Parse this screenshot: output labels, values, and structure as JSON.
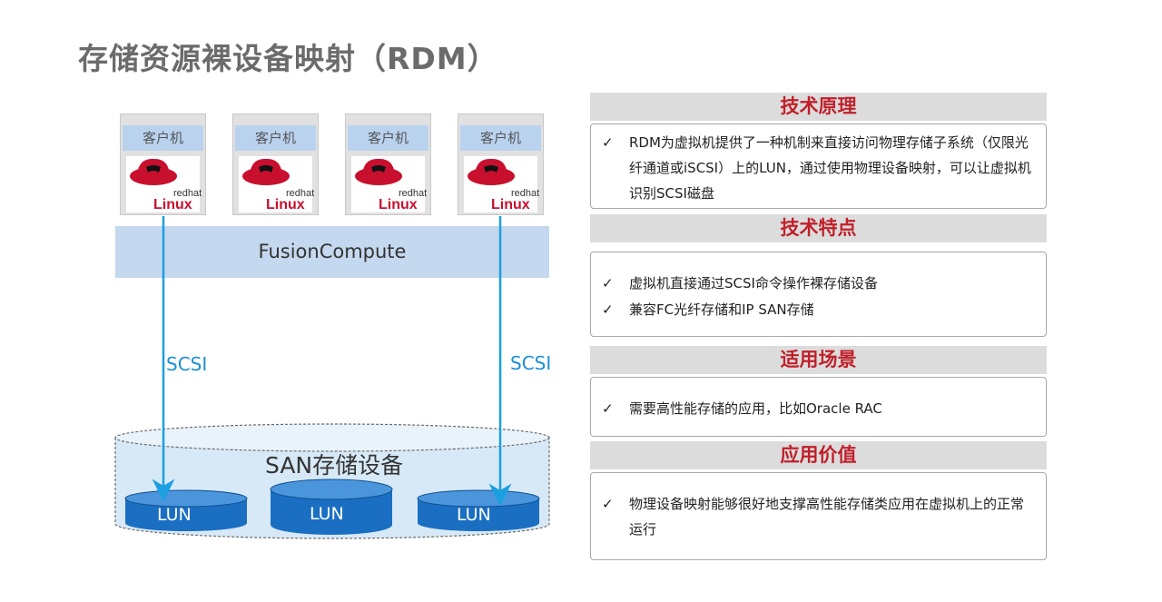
{
  "title": "存储资源裸设备映射（RDM）",
  "diagram": {
    "clients": [
      {
        "label": "客户机",
        "logo_top": "redhat",
        "logo_bottom": "Linux"
      },
      {
        "label": "客户机",
        "logo_top": "redhat",
        "logo_bottom": "Linux"
      },
      {
        "label": "客户机",
        "logo_top": "redhat",
        "logo_bottom": "Linux"
      },
      {
        "label": "客户机",
        "logo_top": "redhat",
        "logo_bottom": "Linux"
      }
    ],
    "fusion_label": "FusionCompute",
    "scsi_left": "SCSI",
    "scsi_right": "SCSI",
    "san_label": "SAN存储设备",
    "luns": [
      "LUN",
      "LUN",
      "LUN"
    ]
  },
  "sections": [
    {
      "header": "技术原理",
      "items": [
        "RDM为虚拟机提供了一种机制来直接访问物理存储子系统（仅限光纤通道或iSCSI）上的LUN，通过使用物理设备映射，可以让虚拟机识别SCSI磁盘"
      ]
    },
    {
      "header": "技术特点",
      "items": [
        "虚拟机直接通过SCSI命令操作裸存储设备",
        "兼容FC光纤存储和IP SAN存储"
      ]
    },
    {
      "header": "适用场景",
      "items": [
        "需要高性能存储的应用，比如Oracle RAC"
      ]
    },
    {
      "header": "应用价值",
      "items": [
        "物理设备映射能够很好地支撑高性能存储类应用在虚拟机上的正常运行"
      ]
    }
  ],
  "check_mark": "✓",
  "colors": {
    "header_text": "#c0202a",
    "header_bg": "#dcdcdc",
    "arrow": "#1c9fe0",
    "lun": "#1a6fc2",
    "fusion_bg": "#c4d8ef"
  }
}
